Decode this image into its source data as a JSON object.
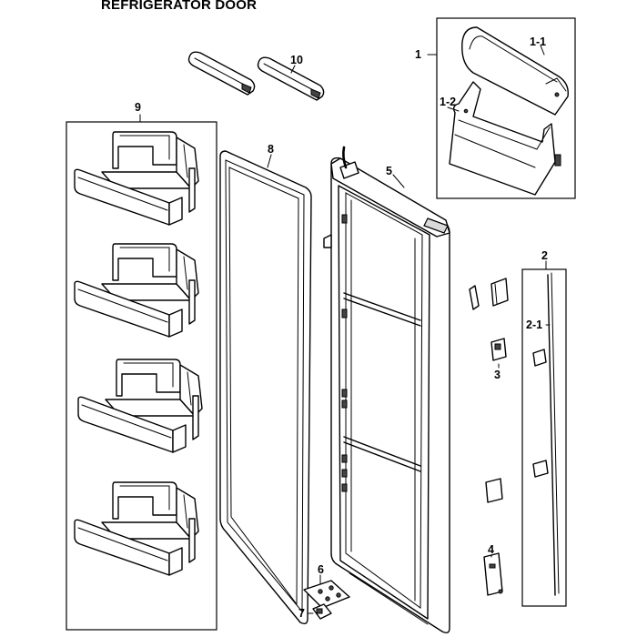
{
  "diagram": {
    "title": "REFRIGERATOR DOOR",
    "callouts": {
      "c1": "1",
      "c1_1": "1-1",
      "c1_2": "1-2",
      "c2": "2",
      "c2_1": "2-1",
      "c3": "3",
      "c4": "4",
      "c5": "5",
      "c6": "6",
      "c7": "7",
      "c8": "8",
      "c9": "9",
      "c10": "10"
    }
  }
}
